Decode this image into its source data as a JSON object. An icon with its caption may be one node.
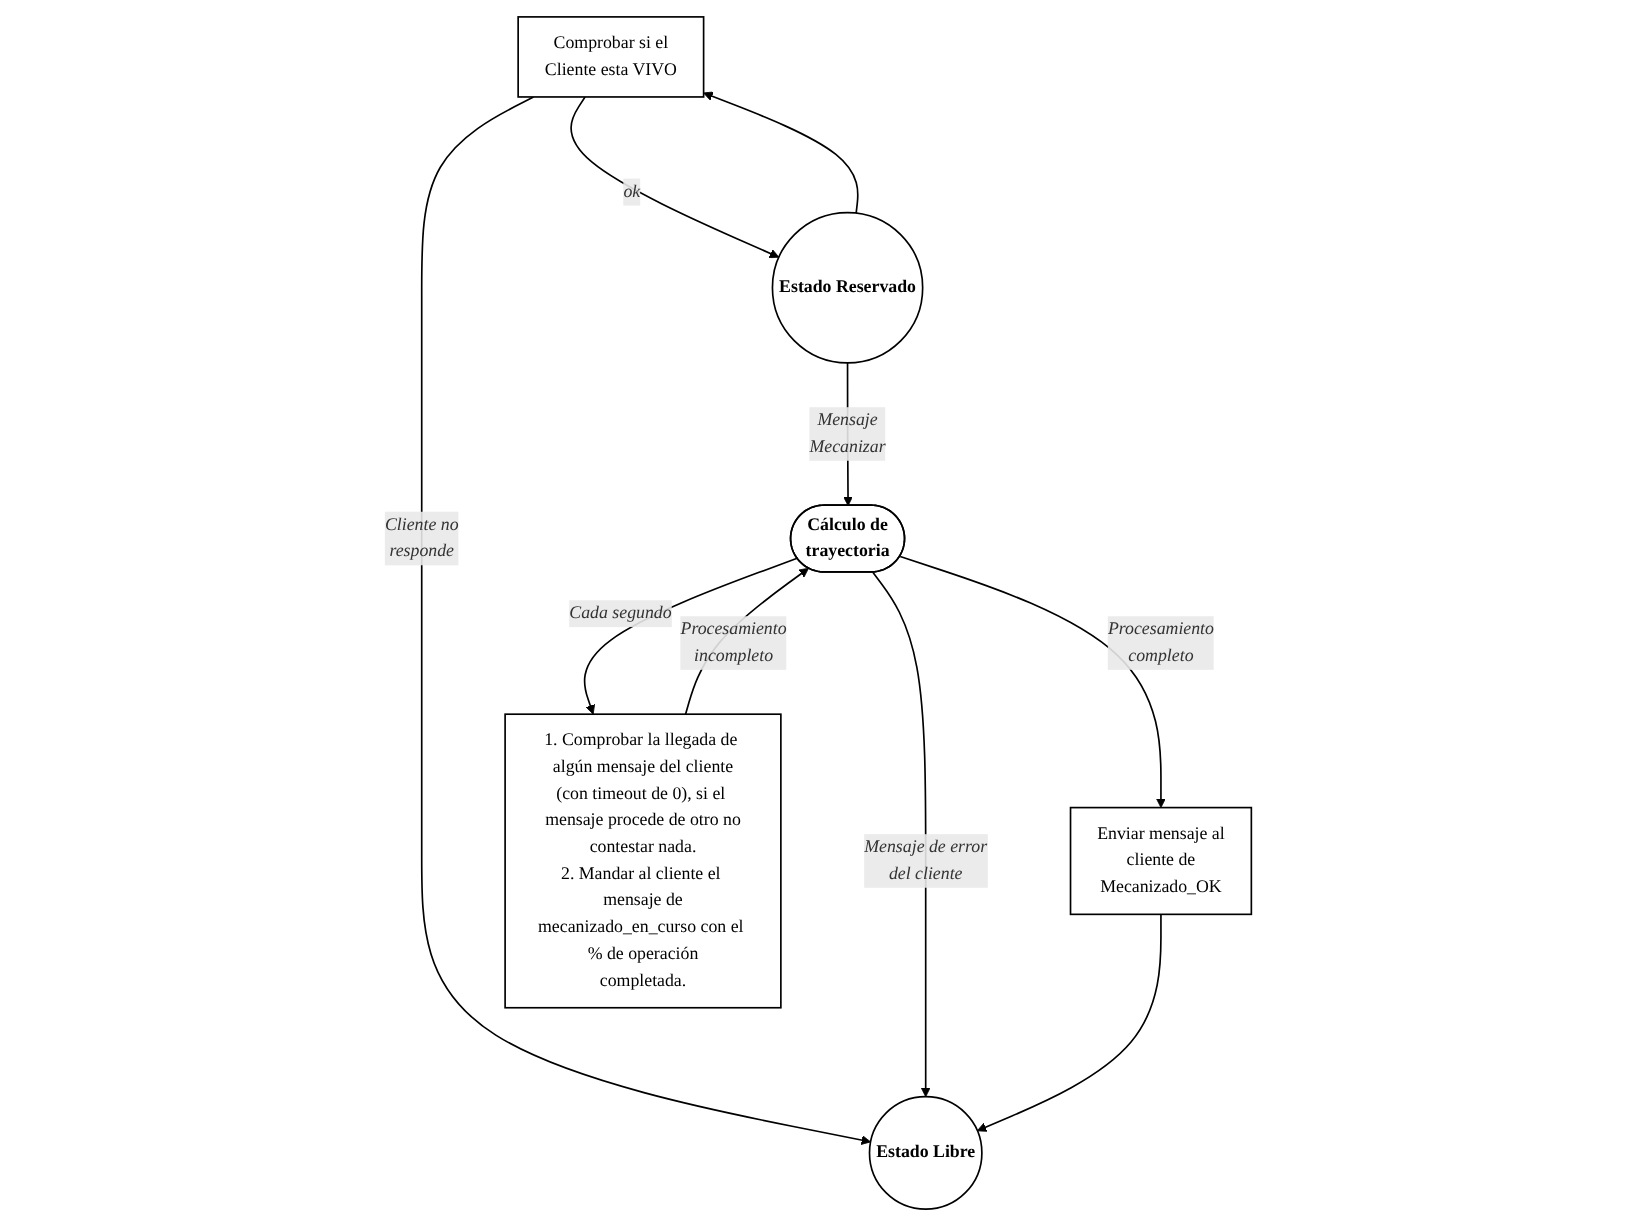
{
  "diagram": {
    "nodes": [
      {
        "text": [
          "Comprobar si el Cliente esta VIVO"
        ]
      },
      {
        "text": [
          "Estado Reservado"
        ]
      },
      {
        "text": [
          "Cálculo de trayectoria"
        ]
      },
      {
        "text": [
          "Estado Libre"
        ]
      },
      {
        "text": [
          "Enviar mensaje al cliente de Mecanizado_OK"
        ]
      },
      {
        "text": [
          "1. Comprobar la llegada de algún mensaje del cliente (con timeout de 0), si el mensaje procede de otro no contestar nada.",
          "2. Mandar al cliente el mensaje de mecanizado_en_curso con el % de operación completada."
        ]
      }
    ],
    "edges": [
      {
        "from": 1,
        "to": 0,
        "arrow": "to"
      },
      {
        "from": 0,
        "to": 1,
        "arrow": "to",
        "label": "ok"
      },
      {
        "from": 0,
        "to": 3,
        "arrow": "to",
        "label": "Cliente no responde"
      },
      {
        "from": 1,
        "to": 2,
        "arrow": "to",
        "label": "Mensaje Mecanizar"
      },
      {
        "from": 2,
        "to": 3,
        "arrow": "to",
        "label": "Mensaje de error del cliente"
      },
      {
        "from": 2,
        "to": 4,
        "arrow": "to",
        "label": "Procesamiento completo"
      },
      {
        "from": 2,
        "to": 5,
        "arrow": "to",
        "label": "Cada segundo"
      },
      {
        "from": 5,
        "to": 2,
        "arrow": "to",
        "label": "Procesamiento incompleto"
      },
      {
        "from": 4,
        "to": 3,
        "arrow": "to"
      }
    ]
  }
}
